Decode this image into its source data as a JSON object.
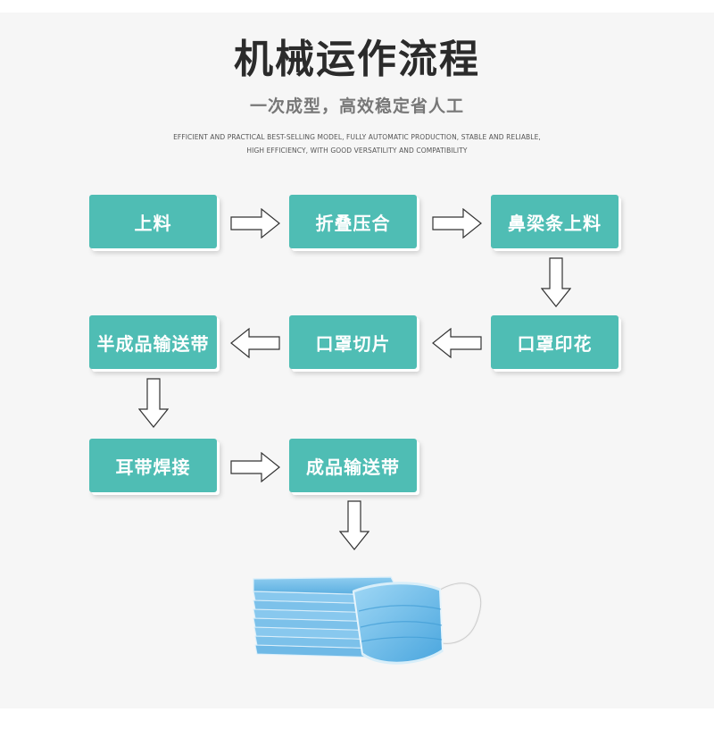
{
  "header": {
    "title": "机械运作流程",
    "subtitle": "一次成型，高效稳定省人工",
    "description_line1": "EFFICIENT AND PRACTICAL BEST-SELLING MODEL, FULLY AUTOMATIC PRODUCTION, STABLE AND RELIABLE,",
    "description_line2": "HIGH EFFICIENCY, WITH GOOD VERSATILITY AND COMPATIBILITY"
  },
  "steps": [
    "上料",
    "折叠压合",
    "鼻梁条上料",
    "口罩印花",
    "口罩切片",
    "半成品输送带",
    "耳带焊接",
    "成品输送带"
  ],
  "colors": {
    "step_fill": "#4fbdb4",
    "arrow_stroke": "#333333",
    "background": "#f6f6f6"
  },
  "icons": [
    "arrow-right-icon",
    "arrow-down-icon",
    "arrow-left-icon",
    "mask-stack-image"
  ]
}
